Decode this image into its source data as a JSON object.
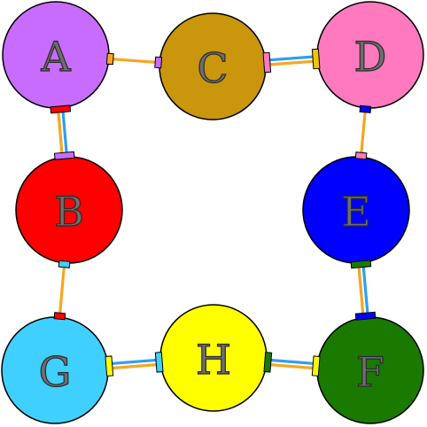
{
  "colors": {
    "background": "#ffffff",
    "edge_orange": "#f5a623",
    "edge_blue": "#2f9fef",
    "outline": "#000000"
  },
  "nodes": [
    {
      "id": "A",
      "label": "A",
      "color": "#c86cff"
    },
    {
      "id": "B",
      "label": "B",
      "color": "#ff0000"
    },
    {
      "id": "C",
      "label": "C",
      "color": "#c9960c"
    },
    {
      "id": "D",
      "label": "D",
      "color": "#ff79be"
    },
    {
      "id": "E",
      "label": "E",
      "color": "#0000ff"
    },
    {
      "id": "F",
      "label": "F",
      "color": "#1a7a00"
    },
    {
      "id": "G",
      "label": "G",
      "color": "#3fd0ff"
    },
    {
      "id": "H",
      "label": "H",
      "color": "#ffff00"
    }
  ],
  "edges": [
    {
      "from": "A",
      "to": "C",
      "style": "single",
      "from_port_color": "#f5a623",
      "to_port_color": "#c86cff"
    },
    {
      "from": "C",
      "to": "D",
      "style": "double",
      "from_port_color": "#ff79be",
      "to_port_color": "#f5c400"
    },
    {
      "from": "A",
      "to": "B",
      "style": "double",
      "from_port_color": "#ff0000",
      "to_port_color": "#c86cff"
    },
    {
      "from": "D",
      "to": "E",
      "style": "single",
      "from_port_color": "#0000ff",
      "to_port_color": "#ff79be"
    },
    {
      "from": "B",
      "to": "G",
      "style": "single",
      "from_port_color": "#3fd0ff",
      "to_port_color": "#ff0000"
    },
    {
      "from": "E",
      "to": "F",
      "style": "double",
      "from_port_color": "#1a7a00",
      "to_port_color": "#0000ff"
    },
    {
      "from": "G",
      "to": "H",
      "style": "double",
      "from_port_color": "#ffff00",
      "to_port_color": "#3fd0ff"
    },
    {
      "from": "H",
      "to": "F",
      "style": "double",
      "from_port_color": "#1a7a00",
      "to_port_color": "#ffff00"
    }
  ]
}
